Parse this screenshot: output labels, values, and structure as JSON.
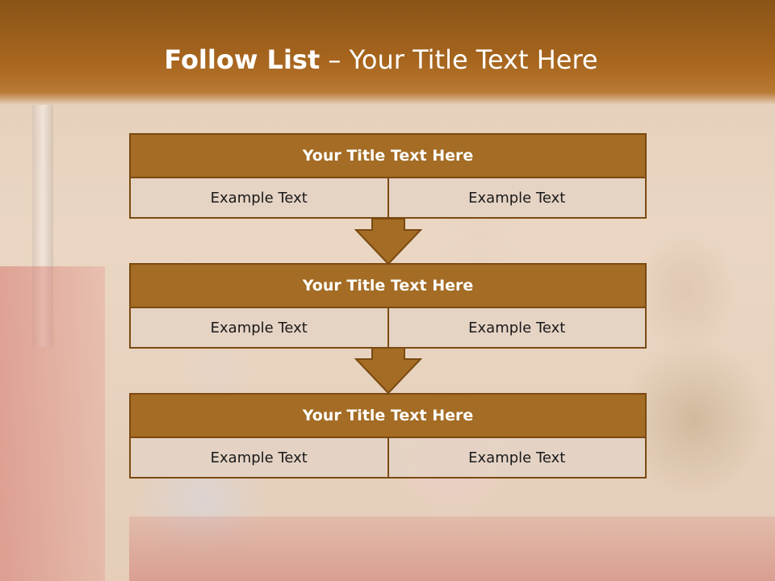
{
  "slide": {
    "title_bold": "Follow List",
    "title_rest": " – Your Title Text Here"
  },
  "blocks": [
    {
      "title": "Your Title Text Here",
      "left": "Example Text",
      "right": "Example Text"
    },
    {
      "title": "Your Title Text Here",
      "left": "Example Text",
      "right": "Example Text"
    },
    {
      "title": "Your Title Text Here",
      "left": "Example Text",
      "right": "Example Text"
    }
  ],
  "colors": {
    "title_band": "#a8661e",
    "block_header": "#a46c24",
    "block_border": "#7a4a12",
    "cell_fill": "#e4d2c4",
    "arrow_fill": "#a46c24"
  }
}
